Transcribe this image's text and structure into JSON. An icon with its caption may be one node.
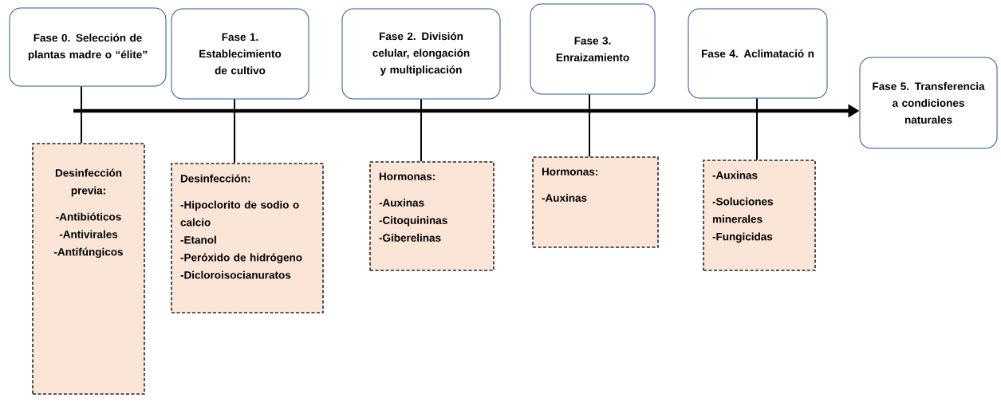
{
  "diagram": {
    "nodes": [
      {
        "text": [
          "Fase 0. Selección de plantas madre o “élite”"
        ]
      },
      {
        "text": [
          "Fase 1. Establecimiento de cultivo"
        ]
      },
      {
        "text": [
          "Fase 2. División celular, elongación y multiplicación"
        ]
      },
      {
        "text": [
          "Fase 3. Enraizamiento"
        ]
      },
      {
        "text": [
          "Fase 4. Aclimatació n"
        ]
      },
      {
        "text": [
          "Fase 5. Transferencia a condiciones naturales"
        ]
      },
      {
        "text": [
          "Desinfección previa:",
          "-Antibióticos",
          "-Antivirales",
          "-Antifúngicos"
        ]
      },
      {
        "text": [
          "Desinfección:",
          "-Hipoclorito de sodio o calcio",
          "-Etanol",
          "-Peróxido de hidrógeno",
          "-Dicloroisocianuratos"
        ]
      },
      {
        "text": [
          "Hormonas:",
          "-Auxinas",
          "-Citoquininas",
          "-Giberelinas"
        ]
      },
      {
        "text": [
          "Hormonas:",
          "-Auxinas"
        ]
      },
      {
        "text": [
          "-Auxinas",
          "-Soluciones minerales",
          "-Fungicidas"
        ]
      }
    ],
    "edges": [
      {
        "from": null,
        "to": 5,
        "arrow": "to",
        "style": "thick"
      },
      {
        "from": 0,
        "to": 6,
        "arrow": "none"
      },
      {
        "from": 1,
        "to": 7,
        "arrow": "none"
      },
      {
        "from": 2,
        "to": 8,
        "arrow": "none"
      },
      {
        "from": 3,
        "to": 9,
        "arrow": "none"
      },
      {
        "from": 4,
        "to": 10,
        "arrow": "none"
      }
    ]
  }
}
